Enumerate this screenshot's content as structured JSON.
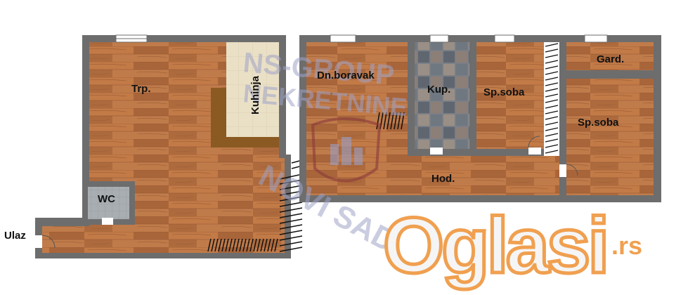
{
  "rooms": {
    "living": "Trp.",
    "kitchen": "Kuhinja",
    "dayroom": "Dn.boravak",
    "bath": "Kup.",
    "bedroom1": "Sp.soba",
    "wardrobe": "Gard.",
    "bedroom2": "Sp.soba",
    "hall": "Hod.",
    "wc": "WC",
    "entrance": "Ulaz"
  },
  "watermark": {
    "line1": "NS-GROUP",
    "line2": "NEKRETNINE",
    "city": "NOVI SAD"
  },
  "logo": {
    "main": "Oglasi",
    "suffix": ".rs"
  },
  "colors": {
    "wall": "#6d6d6d",
    "wood": "#b8703f",
    "tile_light": "#eae0c6",
    "logo": "#f0a050"
  }
}
